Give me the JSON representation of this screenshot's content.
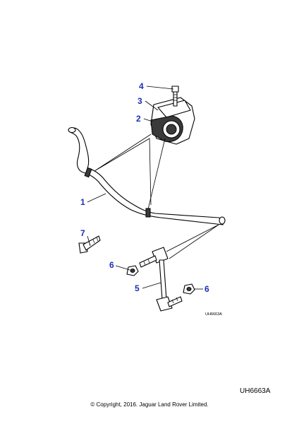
{
  "callouts": [
    {
      "label": "4"
    },
    {
      "label": "3"
    },
    {
      "label": "2"
    },
    {
      "label": "1"
    },
    {
      "label": "7"
    },
    {
      "label": "6"
    },
    {
      "label": "5"
    },
    {
      "label": "6"
    }
  ],
  "drawing_code": "UH6663A",
  "reference_code": "UH6663A",
  "copyright": "© Copyright, 2016. Jaguar Land Rover Limited.",
  "colors": {
    "callout": "#1a2fb8",
    "line": "#000000"
  }
}
